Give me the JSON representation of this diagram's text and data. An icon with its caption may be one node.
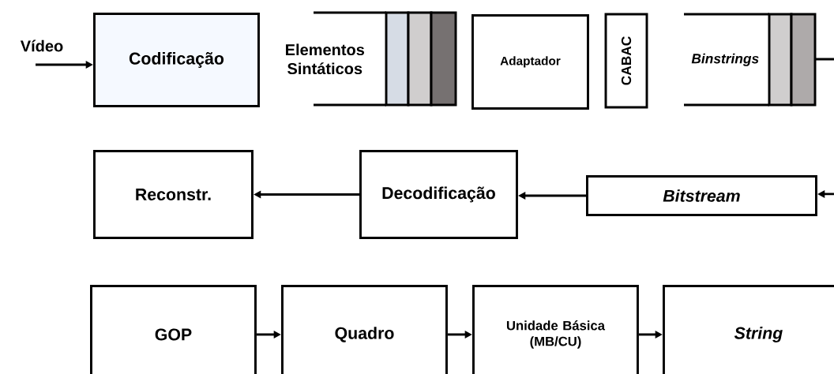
{
  "diagram": {
    "nodes": [
      {
        "text": [
          "Vídeo"
        ]
      },
      {
        "text": [
          "Codificação"
        ]
      },
      {
        "text": [
          "Elementos Sintáticos"
        ]
      },
      {
        "text": [
          "Adaptador"
        ]
      },
      {
        "text": [
          "CABAC"
        ]
      },
      {
        "text": [
          "Binstrings"
        ]
      },
      {
        "text": [
          "Reconstr."
        ]
      },
      {
        "text": [
          "Decodificação"
        ]
      },
      {
        "text": [
          "Bitstream"
        ]
      },
      {
        "text": [
          "GOP"
        ]
      },
      {
        "text": [
          "Quadro"
        ]
      },
      {
        "text": [
          "Unidade Básica (MB/CU)"
        ]
      },
      {
        "text": [
          "String"
        ]
      }
    ],
    "edges": [
      {
        "from": 0,
        "to": 1,
        "arrow": "to"
      },
      {
        "from": 5,
        "to": null,
        "arrow": "none"
      },
      {
        "from": null,
        "to": 8,
        "arrow": "to"
      },
      {
        "from": 8,
        "to": 7,
        "arrow": "to"
      },
      {
        "from": 7,
        "to": 6,
        "arrow": "to"
      },
      {
        "from": 9,
        "to": 10,
        "arrow": "to"
      },
      {
        "from": 10,
        "to": 11,
        "arrow": "to"
      },
      {
        "from": 11,
        "to": 12,
        "arrow": "to"
      }
    ]
  }
}
